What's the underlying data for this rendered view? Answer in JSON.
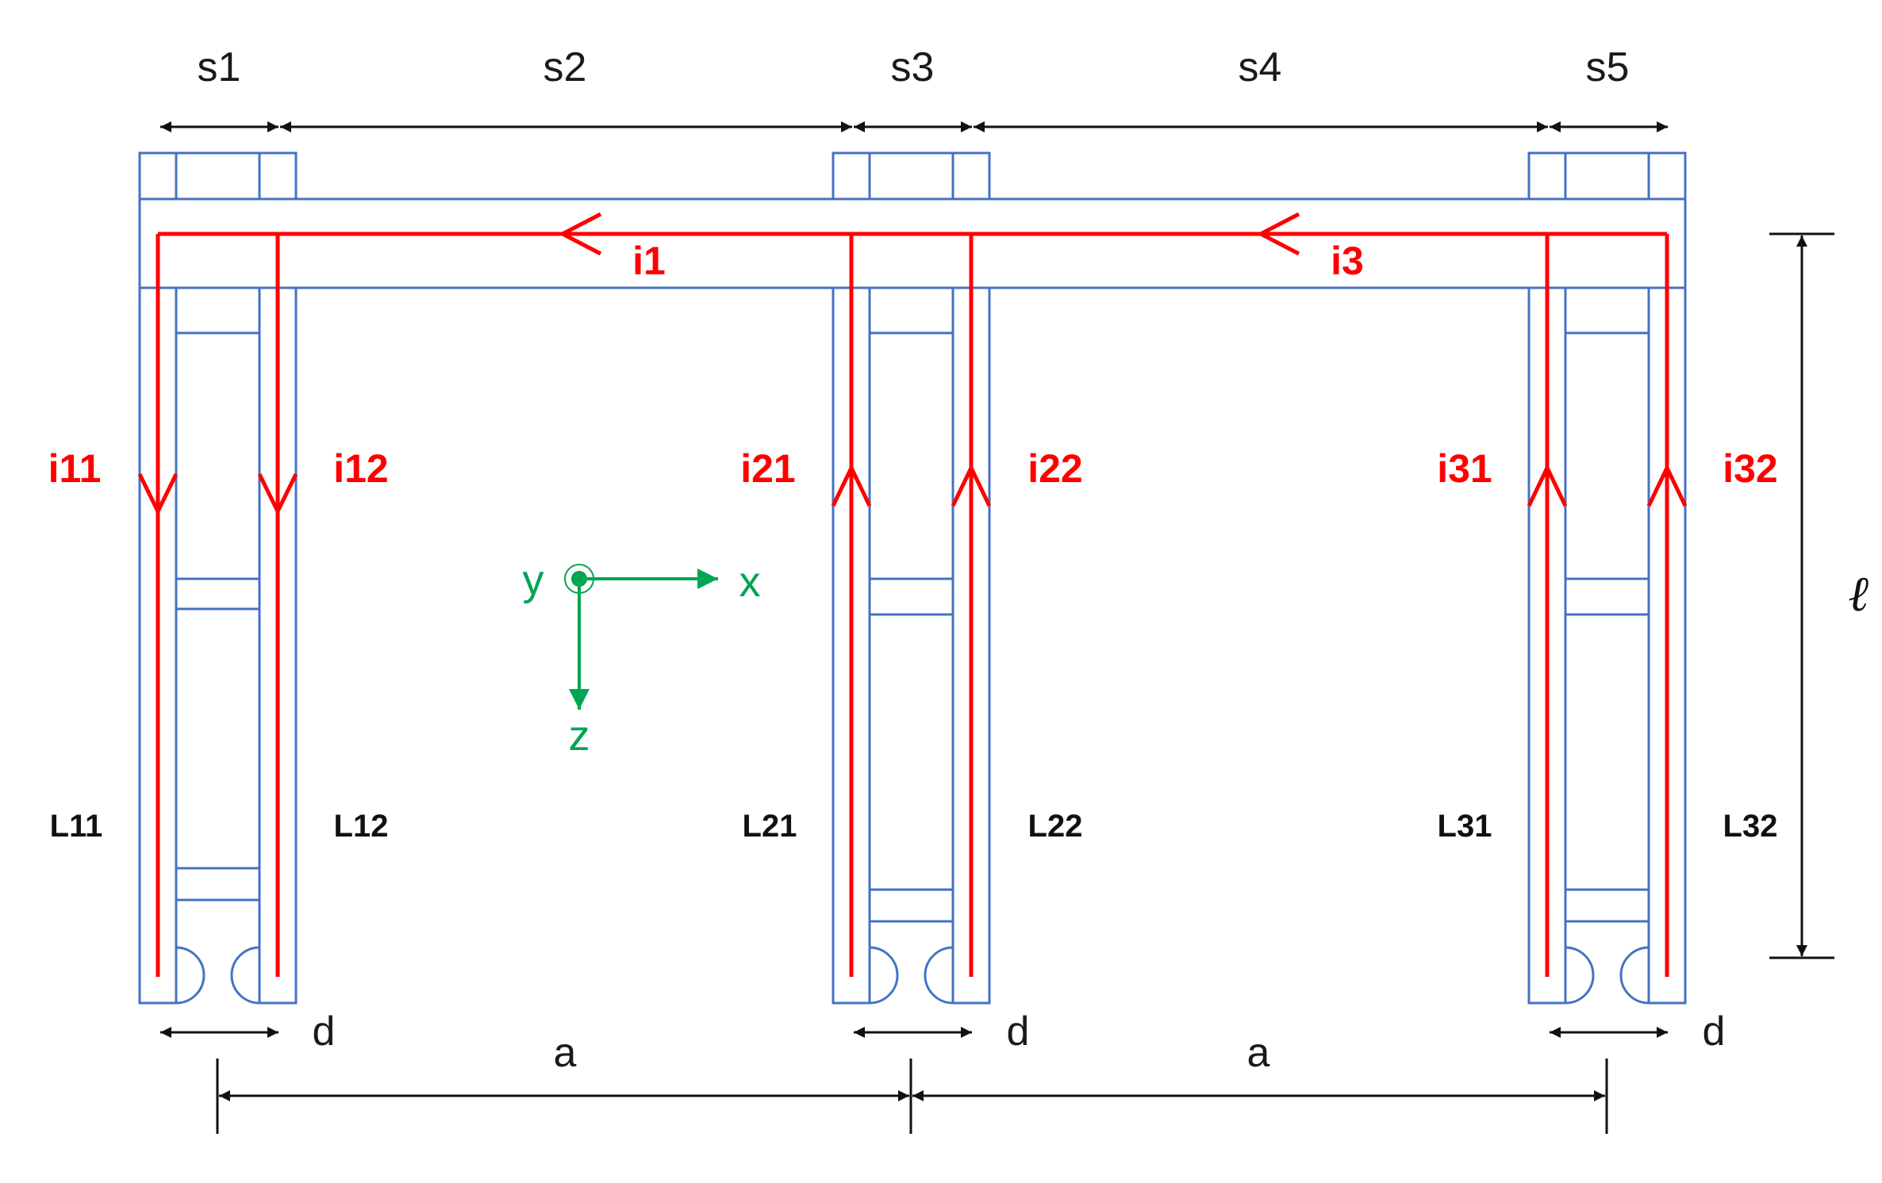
{
  "spacing_labels": [
    "s1",
    "s2",
    "s3",
    "s4",
    "s5"
  ],
  "current_labels": {
    "top_left": "i1",
    "top_right": "i3",
    "leg_11": "i11",
    "leg_12": "i12",
    "leg_21": "i21",
    "leg_22": "i22",
    "leg_31": "i31",
    "leg_32": "i32"
  },
  "leg_labels": {
    "l11": "L11",
    "l12": "L12",
    "l21": "L21",
    "l22": "L22",
    "l31": "L31",
    "l32": "L32"
  },
  "dimension_labels": {
    "d": "d",
    "a": "a",
    "length": "ℓ"
  },
  "axes": {
    "x": "x",
    "y": "y",
    "z": "z"
  },
  "colors": {
    "frame": "#4472c4",
    "current": "#ff0000",
    "axes": "#00a651",
    "dimension": "#111111"
  }
}
